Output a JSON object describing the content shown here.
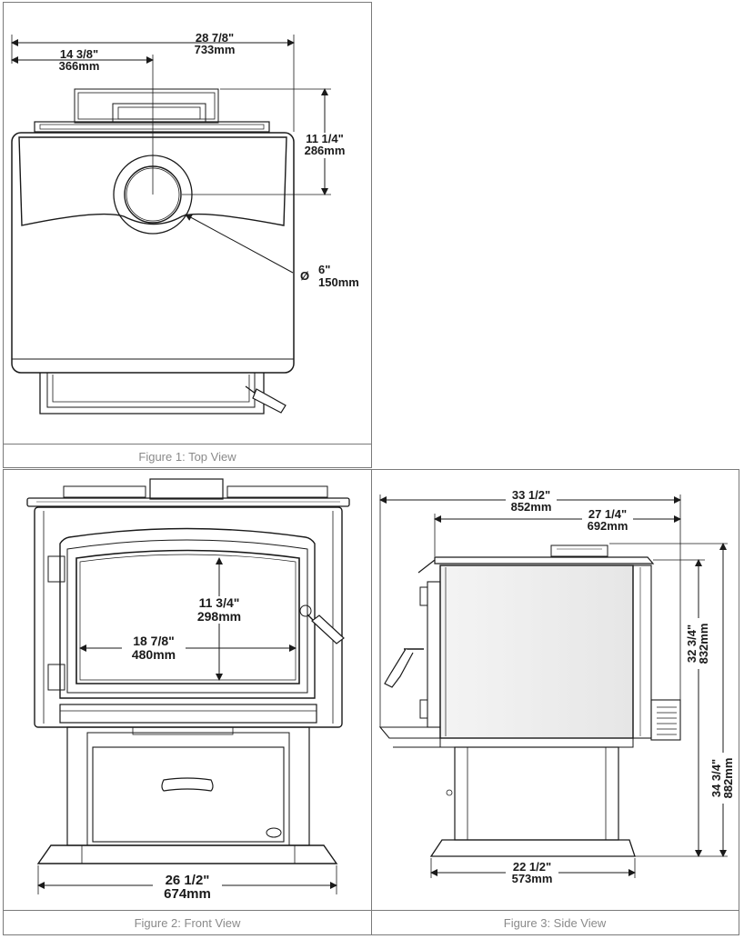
{
  "figures": {
    "top": {
      "caption": "Figure 1: Top View",
      "width_in": "28 7/8\"",
      "width_mm": "733mm",
      "center_in": "14 3/8\"",
      "center_mm": "366mm",
      "depth_in": "11 1/4\"",
      "depth_mm": "286mm",
      "flue_sym": "Ø",
      "flue_in": "6\"",
      "flue_mm": "150mm"
    },
    "front": {
      "caption": "Figure 2: Front View",
      "glass_h_in": "11 3/4\"",
      "glass_h_mm": "298mm",
      "glass_w_in": "18 7/8\"",
      "glass_w_mm": "480mm",
      "base_w_in": "26 1/2\"",
      "base_w_mm": "674mm"
    },
    "side": {
      "caption": "Figure 3: Side View",
      "total_d_in": "33 1/2\"",
      "total_d_mm": "852mm",
      "flue_d_in": "27 1/4\"",
      "flue_d_mm": "692mm",
      "flue_h_in": "32 3/4\"",
      "flue_h_mm": "832mm",
      "total_h_in": "34 3/4\"",
      "total_h_mm": "882mm",
      "base_d_in": "22 1/2\"",
      "base_d_mm": "573mm"
    }
  }
}
